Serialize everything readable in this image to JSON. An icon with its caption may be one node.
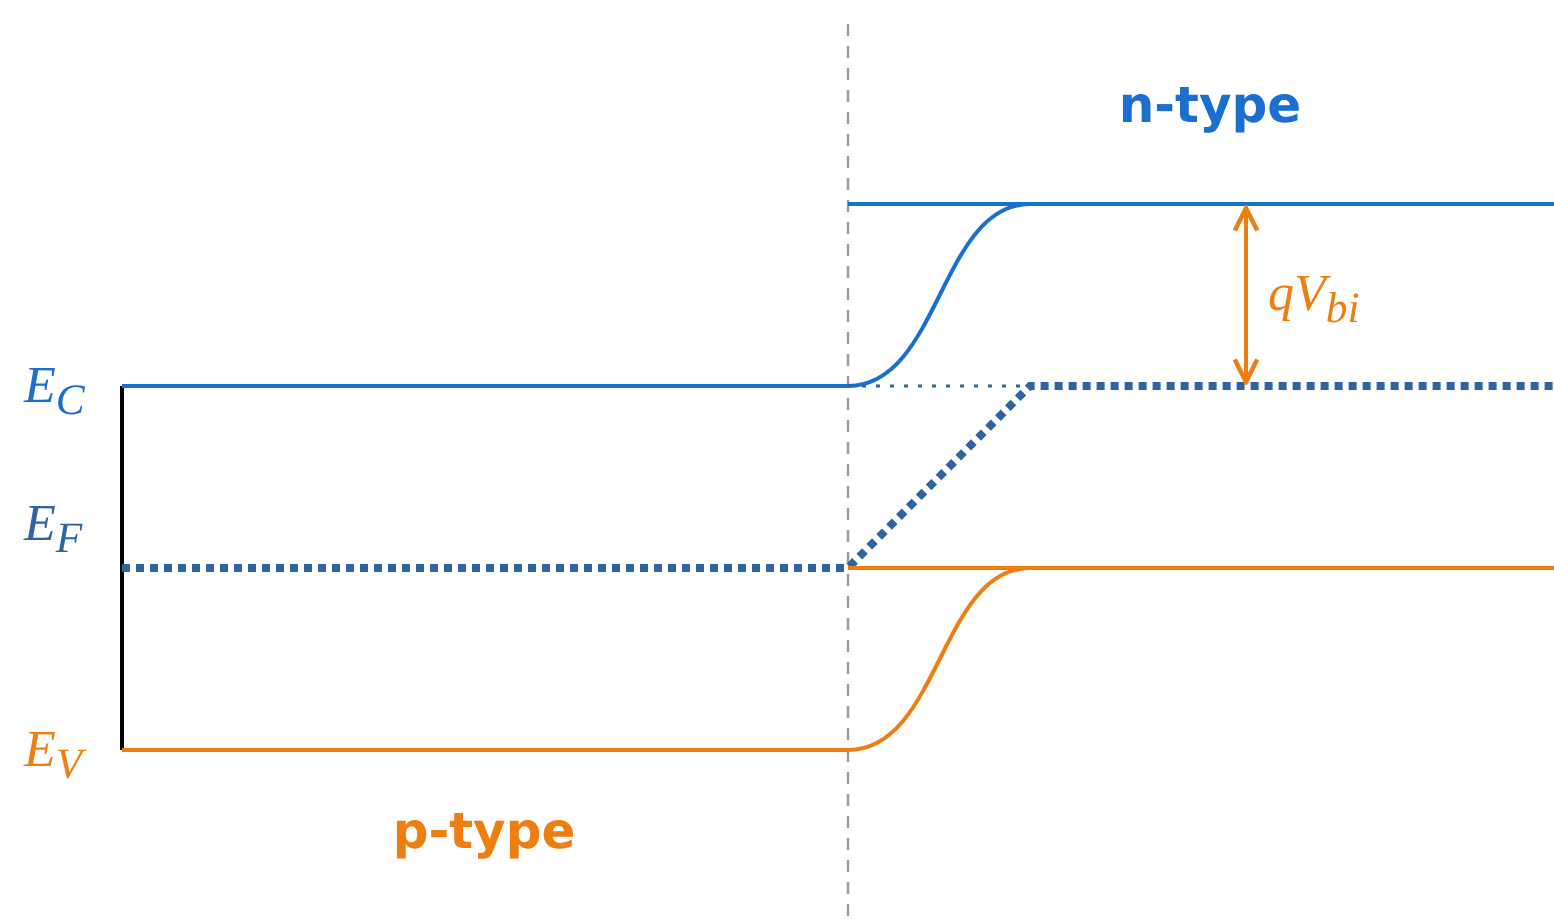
{
  "diagram": {
    "labels": [
      "n-type",
      "qV$_{bi}$",
      "E$_{C}$",
      "E$_{F}$",
      "E$_{V}$",
      "p-type"
    ]
  }
}
